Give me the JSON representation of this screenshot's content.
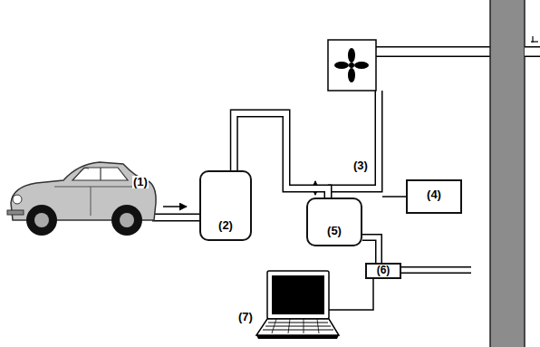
{
  "diagram": {
    "nodes": [
      {
        "text": [
          "(2)"
        ]
      },
      {
        "text": [
          "(4)"
        ]
      },
      {
        "text": [
          "(5)"
        ]
      },
      {
        "text": [
          "(6)"
        ]
      }
    ],
    "edges": [
      {
        "from": 0,
        "to": 2,
        "arrow": "none"
      },
      {
        "from": 2,
        "to": 3,
        "arrow": "none"
      }
    ],
    "labels": [
      "(1)",
      "(3)",
      "(7)"
    ]
  }
}
